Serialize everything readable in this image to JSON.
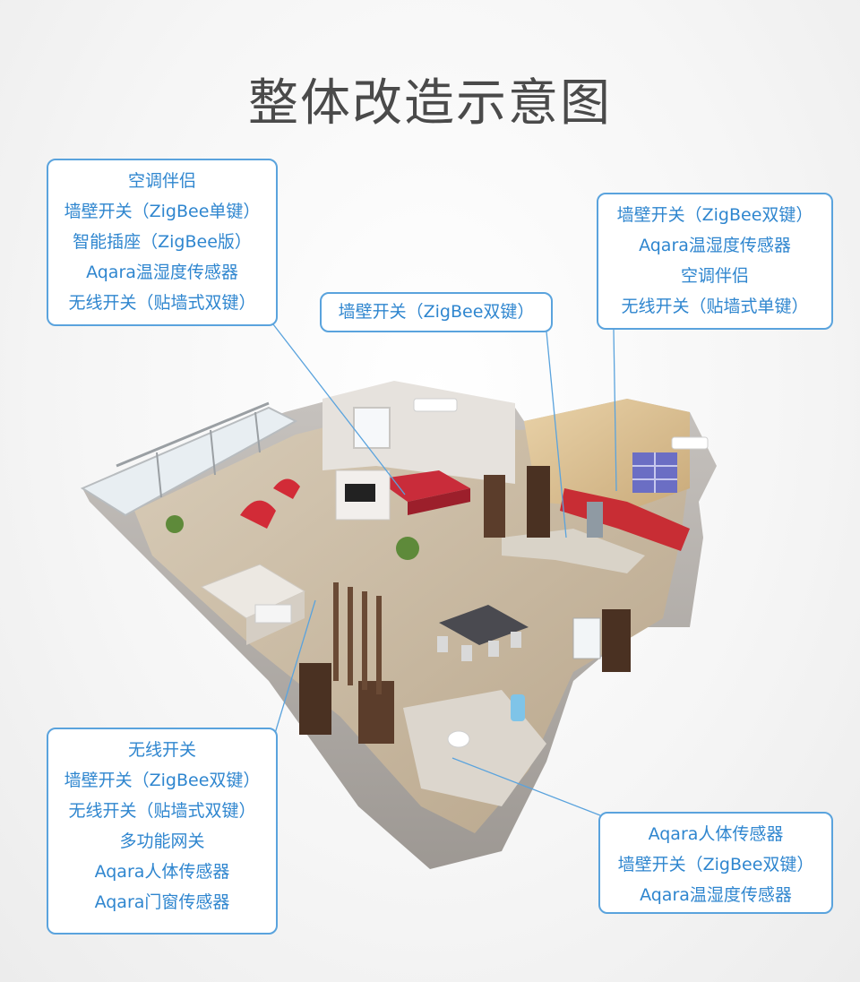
{
  "title": "整体改造示意图",
  "callouts": {
    "top_left": [
      "空调伴侣",
      "墙壁开关（ZigBee单键）",
      "智能插座（ZigBee版）",
      "Aqara温湿度传感器",
      "无线开关（贴墙式双键）"
    ],
    "top_center": [
      "墙壁开关（ZigBee双键）"
    ],
    "top_right": [
      "墙壁开关（ZigBee双键）",
      "Aqara温湿度传感器",
      "空调伴侣",
      "无线开关（贴墙式单键）"
    ],
    "bottom_left": [
      "无线开关",
      "墙壁开关（ZigBee双键）",
      "无线开关（贴墙式双键）",
      "多功能网关",
      "Aqara人体传感器",
      "Aqara门窗传感器"
    ],
    "bottom_right": [
      "Aqara人体传感器",
      "墙壁开关（ZigBee双键）",
      "Aqara温湿度传感器"
    ]
  },
  "colors": {
    "callout_border": "#5aa3dd",
    "callout_text": "#2f86cf",
    "title_text": "#4a4a4a",
    "leader_line": "#5aa3dd"
  }
}
